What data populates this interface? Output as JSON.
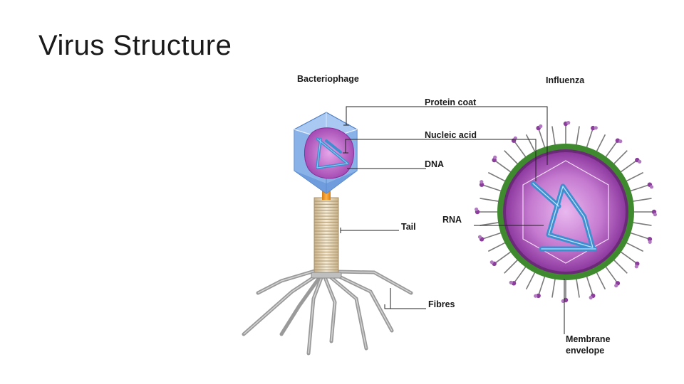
{
  "slide": {
    "title": "Virus Structure"
  },
  "diagram": {
    "bacteriophage_heading": "Bacteriophage",
    "influenza_heading": "Influenza",
    "labels": {
      "protein_coat": "Protein coat",
      "nucleic_acid": "Nucleic acid",
      "dna": "DNA",
      "tail": "Tail",
      "rna": "RNA",
      "fibres": "Fibres",
      "membrane_line1": "Membrane",
      "membrane_line2": "envelope"
    },
    "colors": {
      "capsid": "#7fa9e6",
      "nucleic": "#b04fb8",
      "helix": "#3f8fd0",
      "envelope": "#3f8a2e",
      "virion_core": "#9a3fa8",
      "spike_head": "#8a3d9a"
    }
  }
}
